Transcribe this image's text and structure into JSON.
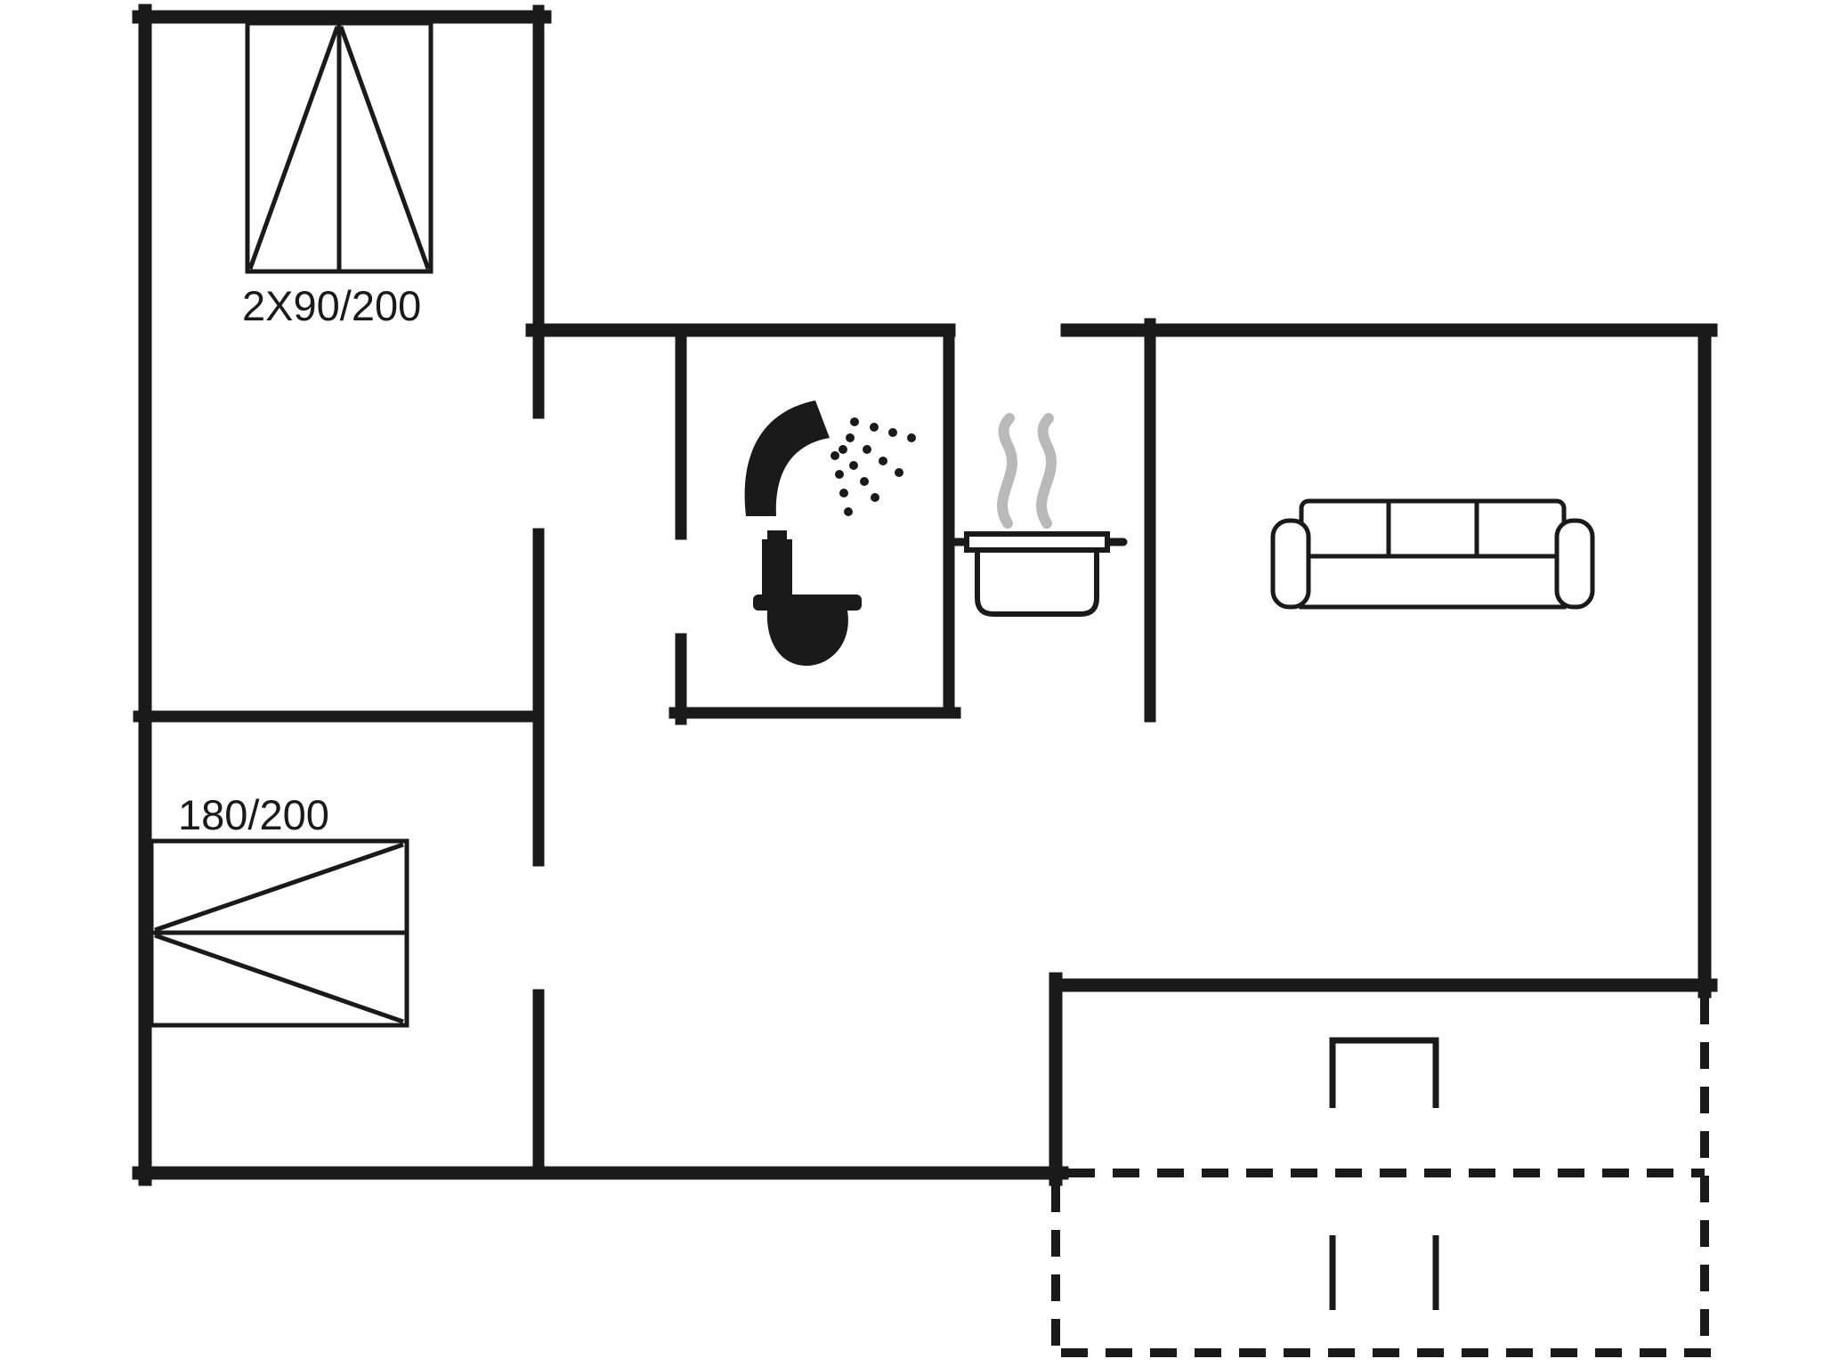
{
  "floorplan": {
    "type": "holiday-house-floor-plan",
    "background_color": "#ffffff",
    "wall_color": "#1a1a1a",
    "steam_color": "#b9b9b9",
    "rooms": {
      "bedroom_top": {
        "bed_label": "2X90/200"
      },
      "bedroom_bottom": {
        "bed_label": "180/200"
      }
    },
    "icons": [
      {
        "name": "double-bed-symbol",
        "meaning": "double bed 2x90/200 in top-left bedroom"
      },
      {
        "name": "large-bed-symbol",
        "meaning": "bed 180/200 in bottom-left bedroom"
      },
      {
        "name": "shower-icon",
        "meaning": "shower head with spray in bathroom"
      },
      {
        "name": "toilet-icon",
        "meaning": "toilet in bathroom"
      },
      {
        "name": "cooking-pot-icon",
        "meaning": "kitchen hob pot"
      },
      {
        "name": "steam-icon",
        "meaning": "steam rising from pot"
      },
      {
        "name": "sofa-icon",
        "meaning": "three-seat sofa in living room"
      },
      {
        "name": "terrace-dashed-outline",
        "meaning": "terrace / patio marked with dashed lines"
      },
      {
        "name": "terrace-step-marker",
        "meaning": "step at terrace door"
      }
    ]
  }
}
